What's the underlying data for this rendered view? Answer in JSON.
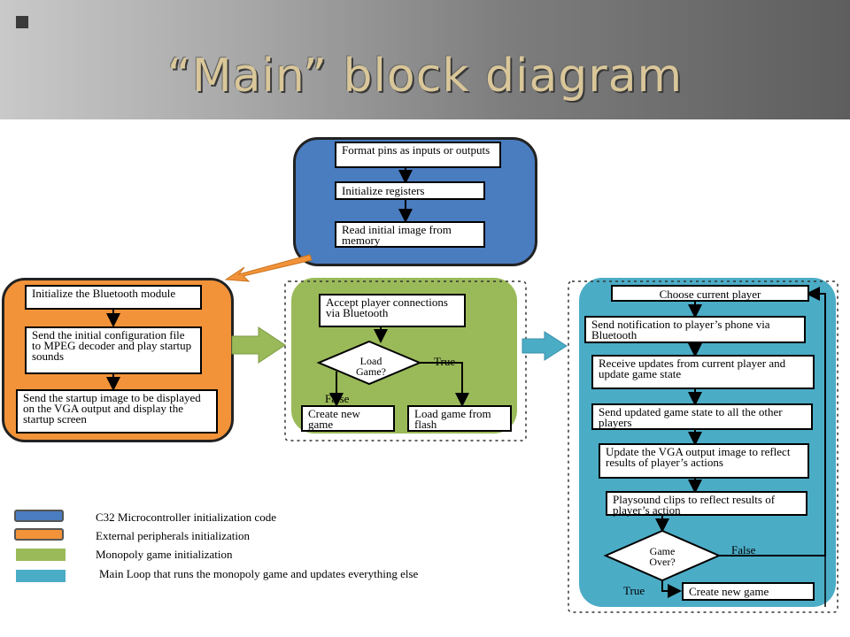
{
  "slide": {
    "title": "“Main” block diagram"
  },
  "colors": {
    "blue": "#4a7cc0",
    "orange": "#f2933a",
    "green": "#9aba59",
    "teal": "#4bacc6"
  },
  "blue_panel": {
    "steps": [
      "Format pins as inputs or outputs",
      "Initialize registers",
      "Read initial image from memory"
    ]
  },
  "orange_panel": {
    "steps": [
      "Initialize the Bluetooth module",
      "Send the initial configuration file to MPEG decoder and play startup sounds",
      "Send the startup image to be displayed on the VGA output and display the startup screen"
    ]
  },
  "green_panel": {
    "accept": "Accept player connections via Bluetooth",
    "decision": "Load Game?",
    "true_label": "True",
    "false_label": "False",
    "create": "Create new game",
    "load": "Load game from flash"
  },
  "teal_panel": {
    "steps": [
      "Choose current player",
      "Send notification to player’s phone via Bluetooth",
      "Receive updates from current player and update game state",
      "Send updated game state to all the other players",
      "Update the VGA output image to reflect results of player’s actions",
      "Playsound clips to reflect results of player’s action"
    ],
    "decision": "Game Over?",
    "false_label": "False",
    "true_label": "True",
    "create": "Create new game"
  },
  "legend": [
    {
      "label": "C32 Microcontroller initialization code",
      "color": "#4a7cc0"
    },
    {
      "label": "External peripherals initialization",
      "color": "#f2933a"
    },
    {
      "label": "Monopoly game initialization",
      "color": "#9aba59"
    },
    {
      "label": "Main Loop that runs the monopoly game and updates everything else",
      "color": "#4bacc6"
    }
  ]
}
